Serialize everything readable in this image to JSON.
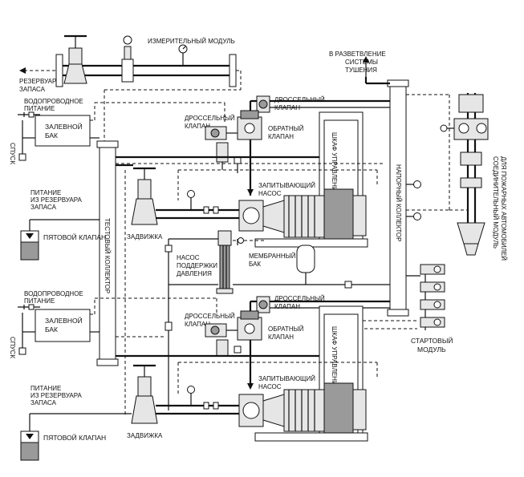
{
  "labels": {
    "measuring_module": "ИЗМЕРИТЕЛЬНЫЙ МОДУЛЬ",
    "reserve_tank_1": "РЕЗЕРВУАР",
    "reserve_tank_2": "ЗАПАСА",
    "to_branch_1": "В РАЗВЕТВЛЕНИЕ",
    "to_branch_2": "СИСТЕМЫ",
    "to_branch_3": "ТУШЕНИЯ",
    "water_supply_1_a": "ВОДОПРОВОДНОЕ",
    "water_supply_1_b": "ПИТАНИЕ",
    "fill_tank_1_a": "ЗАЛЕВНОЙ",
    "fill_tank_1_b": "БАК",
    "drain_1": "СПУСК",
    "throttle_valve_top_1": "ДРОССЕЛЬНЫЙ",
    "throttle_valve_top_2": "КЛАПАН",
    "throttle_valve_left_1_a": "ДРОССЕЛЬНЫЙ",
    "throttle_valve_left_1_b": "КЛАПАН",
    "check_valve_1_a": "ОБРАТНЫЙ",
    "check_valve_1_b": "КЛАПАН",
    "control_cabinet_1": "ШКАФ УПРАВЛЕНИЯ",
    "pressure_manifold": "НАПОРНЫЙ КОЛЛЕКТОР",
    "connecting_module": "СОЕДИНИТЕЛЬНЫЙ МОДУЛЬ",
    "connecting_module_2": "ДЛЯ ПОЖАРНЫХ АВТОМОБИЛЕЙ",
    "test_manifold": "ТЕСТОВЫЙ КОЛЛЕКТОР",
    "reserve_supply_1_a": "ПИТАНИЕ",
    "reserve_supply_1_b": "ИЗ РЕЗЕРВУАРА",
    "reserve_supply_1_c": "ЗАПАСА",
    "foot_valve_1": "ПЯТОВОЙ КЛАПАН",
    "gate_valve_1": "ЗАДВИЖКА",
    "feed_pump_1_a": "ЗАПИТЫВАЮЩИЙ",
    "feed_pump_1_b": "НАСОС",
    "jockey_pump_1": "НАСОС",
    "jockey_pump_2": "ПОДДЕРЖКИ",
    "jockey_pump_3": "ДАВЛЕНИЯ",
    "membrane_tank_1": "МЕМБРАННЫЙ",
    "membrane_tank_2": "БАК",
    "water_supply_2_a": "ВОДОПРОВОДНОЕ",
    "water_supply_2_b": "ПИТАНИЕ",
    "fill_tank_2_a": "ЗАЛЕВНОЙ",
    "fill_tank_2_b": "БАК",
    "drain_2": "СПУСК",
    "throttle_valve_mid_1": "ДРОССЕЛЬНЫЙ",
    "throttle_valve_mid_2": "КЛАПАН",
    "throttle_valve_left_2_a": "ДРОССЕЛЬНЫЙ",
    "throttle_valve_left_2_b": "КЛАПАН",
    "check_valve_2_a": "ОБРАТНЫЙ",
    "check_valve_2_b": "КЛАПАН",
    "control_cabinet_2": "ШКАФ УПРАВЛЕНИЯ",
    "start_module_1": "СТАРТОВЫЙ",
    "start_module_2": "МОДУЛЬ",
    "reserve_supply_2_a": "ПИТАНИЕ",
    "reserve_supply_2_b": "ИЗ РЕЗЕРВУАРА",
    "reserve_supply_2_c": "ЗАПАСА",
    "foot_valve_2": "ПЯТОВОЙ КЛАПАН",
    "gate_valve_2": "ЗАДВИЖКА",
    "feed_pump_2_a": "ЗАПИТЫВАЮЩИЙ",
    "feed_pump_2_b": "НАСОС"
  },
  "colors": {
    "line": "#111111",
    "equipment_fill": "#e6e6e6",
    "equipment_dark": "#9a9a9a",
    "dashed_secondary": "#777777"
  },
  "icons": {
    "gauge": "pressure-gauge-icon",
    "valve": "valve-icon",
    "arrow": "arrow-icon"
  }
}
